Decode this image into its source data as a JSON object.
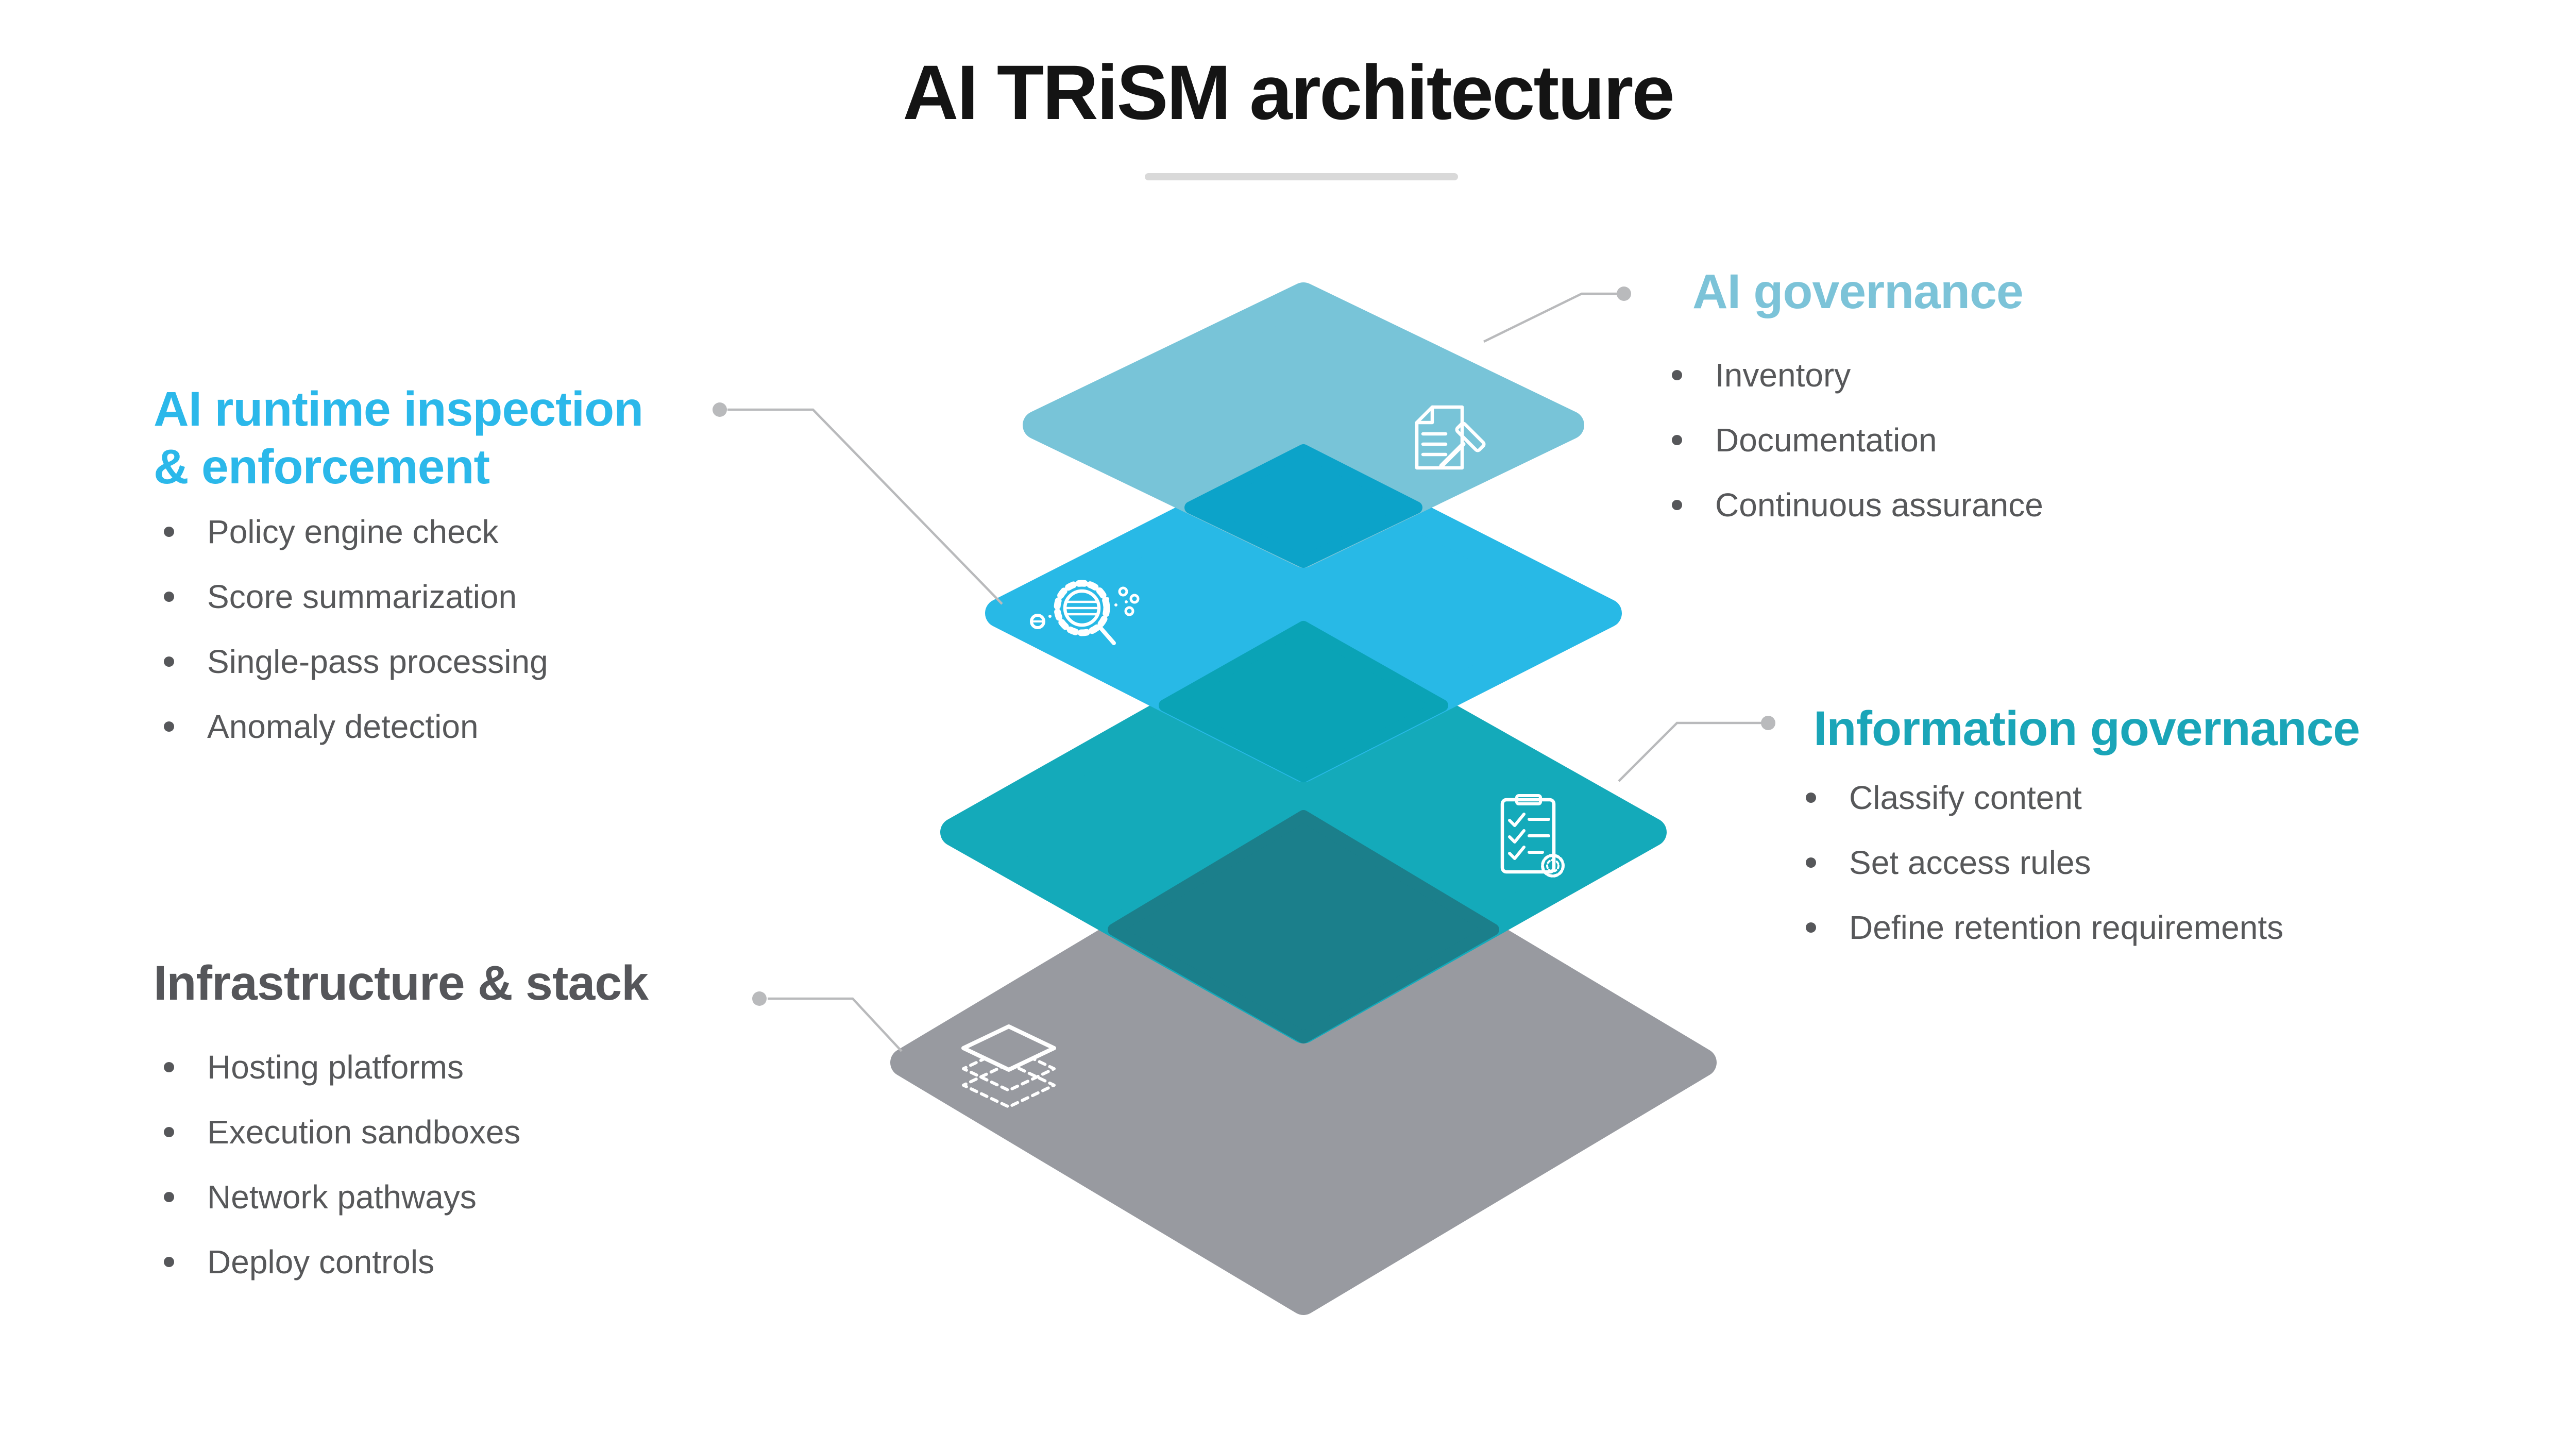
{
  "title": "AI TRiSM architecture",
  "colors": {
    "title_text": "#141414",
    "underline": "#d9d9d9",
    "layer_ai_governance": "#78c4d8",
    "layer_runtime": "#28b9e6",
    "layer_info_governance": "#14aaba",
    "layer_infrastructure": "#989aa0",
    "overlap_gov_runtime": "#0ca3c9",
    "overlap_runtime_info": "#0aa3b6",
    "overlap_info_infra": "#1b7f8b",
    "heading_ai_governance": "#7cc3d8",
    "heading_runtime": "#2bb8ea",
    "heading_info_governance": "#1aa5b8",
    "heading_infrastructure": "#55565a",
    "body_text": "#57585a",
    "connector": "#b9babc",
    "icon_stroke": "#ffffff"
  },
  "sections": {
    "ai_governance": {
      "heading": "AI governance",
      "icon": "document-gavel-icon",
      "bullets": [
        "Inventory",
        "Documentation",
        "Continuous assurance"
      ]
    },
    "runtime": {
      "heading_line1": "AI runtime inspection",
      "heading_line2": "& enforcement",
      "icon": "gear-globe-magnifier-icon",
      "bullets": [
        "Policy engine check",
        "Score summarization",
        "Single-pass processing",
        "Anomaly detection"
      ]
    },
    "info_governance": {
      "heading": "Information governance",
      "icon": "checklist-seal-icon",
      "bullets": [
        "Classify content",
        "Set access rules",
        "Define retention requirements"
      ]
    },
    "infrastructure": {
      "heading": "Infrastructure & stack",
      "icon": "layers-icon",
      "bullets": [
        "Hosting platforms",
        "Execution sandboxes",
        "Network pathways",
        "Deploy controls"
      ]
    }
  }
}
